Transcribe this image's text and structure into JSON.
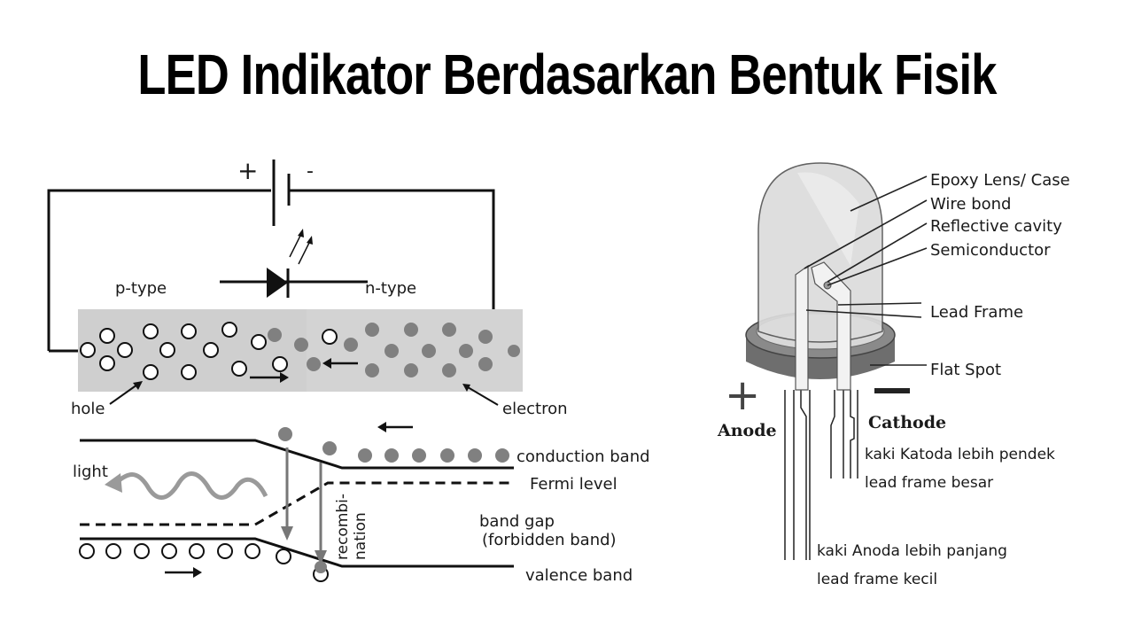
{
  "title": "LED Indikator Berdasarkan Bentuk Fisik",
  "left_diagram": {
    "battery": {
      "plus": "+",
      "minus": "-"
    },
    "p_type": "p-type",
    "n_type": "n-type",
    "hole": "hole",
    "electron": "electron",
    "light": "light",
    "conduction_band": "conduction band",
    "fermi_level": "Fermi level",
    "band_gap_line1": "band gap",
    "band_gap_line2": "(forbidden band)",
    "valence_band": "valence band",
    "recombination_line1": "recombi-",
    "recombination_line2": "nation"
  },
  "right_diagram": {
    "labels": {
      "epoxy": "Epoxy Lens/ Case",
      "wire_bond": "Wire bond",
      "reflective_cavity": "Reflective cavity",
      "semiconductor": "Semiconductor",
      "lead_frame": "Lead Frame",
      "flat_spot": "Flat Spot"
    },
    "plus": "+",
    "minus": "−",
    "anode": "Anode",
    "cathode": "Cathode",
    "cathode_note_1": "kaki Katoda lebih pendek",
    "cathode_note_2": "lead frame besar",
    "anode_note_1": "kaki Anoda lebih panjang",
    "anode_note_2": "lead frame kecil"
  },
  "colors": {
    "background": "#ffffff",
    "text": "#000000",
    "semiconductor_fill": "#d0d0d0",
    "electron": "#808080",
    "led_base": "#6e6e6e",
    "light_wave": "#9a9a9a"
  }
}
